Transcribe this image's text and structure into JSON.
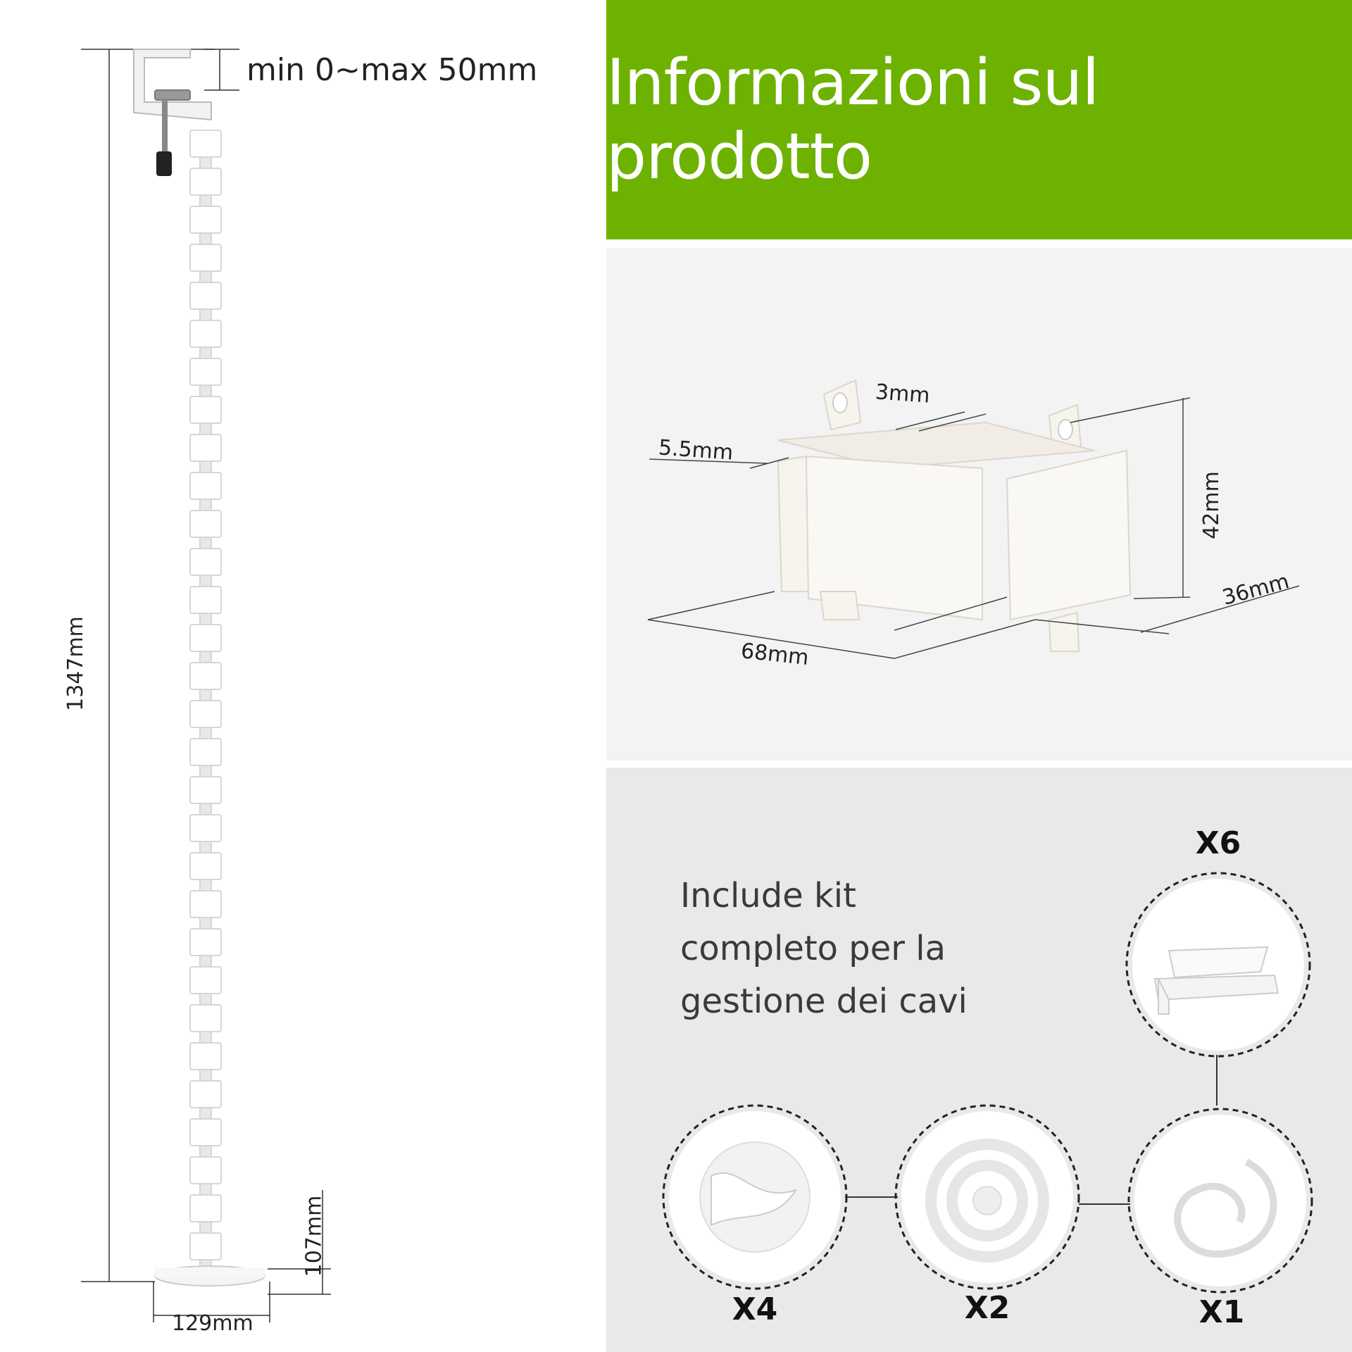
{
  "header": {
    "title": "Informazioni sul prodotto"
  },
  "spine": {
    "clamp_range": "min 0~max 50mm",
    "height": "1347mm",
    "base_height": "107mm",
    "base_width": "129mm"
  },
  "vertebra": {
    "slot": "3mm",
    "wall": "5.5mm",
    "height": "42mm",
    "depth": "36mm",
    "width": "68mm"
  },
  "kit": {
    "lines": [
      "Include kit",
      "completo per la",
      "gestione dei cavi"
    ],
    "items": [
      {
        "icon": "cable-clip-icon",
        "qty": "X6"
      },
      {
        "icon": "adhesive-mount-icon",
        "qty": "X4"
      },
      {
        "icon": "velcro-strap-icon",
        "qty": "X2"
      },
      {
        "icon": "spiral-wrap-icon",
        "qty": "X1"
      }
    ]
  },
  "colors": {
    "accent": "#6db200",
    "panel_light": "#f3f3f3",
    "panel_gray": "#e9e9e9"
  }
}
